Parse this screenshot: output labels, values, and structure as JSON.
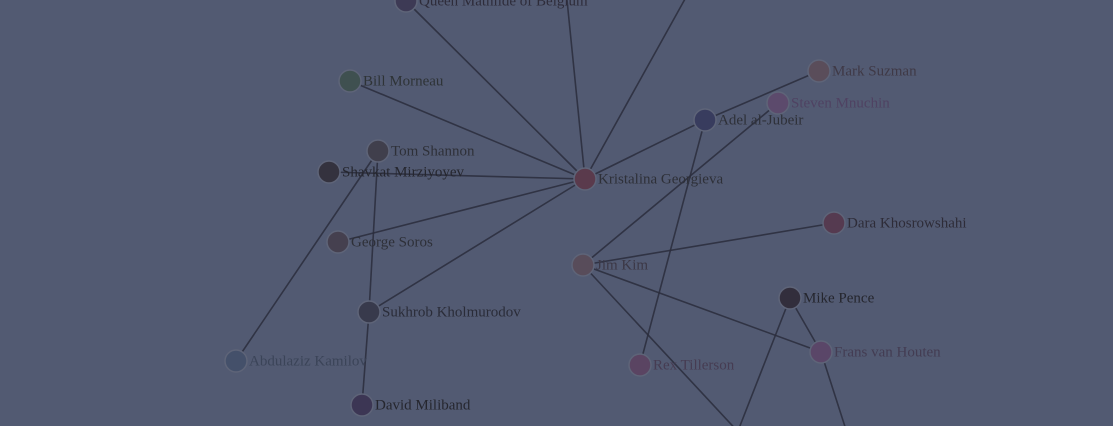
{
  "graph": {
    "nodes": [
      {
        "id": "queen-mathilde",
        "label": "Queen Mathilde of Belgium",
        "color": "#3d3a55",
        "label_color": "#2e2c3a"
      },
      {
        "id": "bill-morneau",
        "label": "Bill Morneau",
        "color": "#3f5050",
        "label_color": "#2e3336"
      },
      {
        "id": "tom-shannon",
        "label": "Tom Shannon",
        "color": "#403f4c",
        "label_color": "#2e3038"
      },
      {
        "id": "shavkat-mirziyoyev",
        "label": "Shavkat Mirziyoyev",
        "color": "#34323e",
        "label_color": "#25262e"
      },
      {
        "id": "george-soros",
        "label": "George Soros",
        "color": "#45404f",
        "label_color": "#2e3038"
      },
      {
        "id": "sukhrob-kholmurodov",
        "label": "Sukhrob Kholmurodov",
        "color": "#383a4c",
        "label_color": "#2a2c38"
      },
      {
        "id": "abdulaziz-kamilov",
        "label": "Abdulaziz Kamilov",
        "color": "#44506a",
        "label_color": "#3b4458"
      },
      {
        "id": "david-miliband",
        "label": "David Miliband",
        "color": "#3c3654",
        "label_color": "#25262e"
      },
      {
        "id": "kristalina-georgieva",
        "label": "Kristalina Georgieva",
        "color": "#5a3a4c",
        "label_color": "#2e3038"
      },
      {
        "id": "adel-al-jubeir",
        "label": "Adel al-Jubeir",
        "color": "#383c5e",
        "label_color": "#2e3038"
      },
      {
        "id": "mark-suzman",
        "label": "Mark Suzman",
        "color": "#5a4d5a",
        "label_color": "#3f3946"
      },
      {
        "id": "steven-mnuchin",
        "label": "Steven Mnuchin",
        "color": "#5c4a6c",
        "label_color": "#4f4262"
      },
      {
        "id": "dara-khosrowshahi",
        "label": "Dara Khosrowshahi",
        "color": "#553a50",
        "label_color": "#2e2c38"
      },
      {
        "id": "jim-kim",
        "label": "Jim Kim",
        "color": "#584c5a",
        "label_color": "#3c3846"
      },
      {
        "id": "mike-pence",
        "label": "Mike Pence",
        "color": "#322e3c",
        "label_color": "#25262e"
      },
      {
        "id": "frans-van-houten",
        "label": "Frans van Houten",
        "color": "#5a4668",
        "label_color": "#433c52"
      },
      {
        "id": "rex-tillerson",
        "label": "Rex Tillerson",
        "color": "#5a4462",
        "label_color": "#463c52"
      }
    ],
    "edges": [
      {
        "source": "queen-mathilde",
        "target": "kristalina-georgieva"
      },
      {
        "source": "bill-morneau",
        "target": "kristalina-georgieva"
      },
      {
        "source": "shavkat-mirziyoyev",
        "target": "kristalina-georgieva"
      },
      {
        "source": "george-soros",
        "target": "kristalina-georgieva"
      },
      {
        "source": "sukhrob-kholmurodov",
        "target": "kristalina-georgieva"
      },
      {
        "source": "adel-al-jubeir",
        "target": "kristalina-georgieva"
      },
      {
        "source": "tom-shannon",
        "target": "sukhrob-kholmurodov"
      },
      {
        "source": "tom-shannon",
        "target": "abdulaziz-kamilov"
      },
      {
        "source": "sukhrob-kholmurodov",
        "target": "david-miliband"
      },
      {
        "source": "adel-al-jubeir",
        "target": "mark-suzman"
      },
      {
        "source": "adel-al-jubeir",
        "target": "rex-tillerson"
      },
      {
        "source": "steven-mnuchin",
        "target": "jim-kim"
      },
      {
        "source": "jim-kim",
        "target": "dara-khosrowshahi"
      },
      {
        "source": "jim-kim",
        "target": "frans-van-houten"
      },
      {
        "source": "mike-pence",
        "target": "frans-van-houten"
      }
    ]
  }
}
